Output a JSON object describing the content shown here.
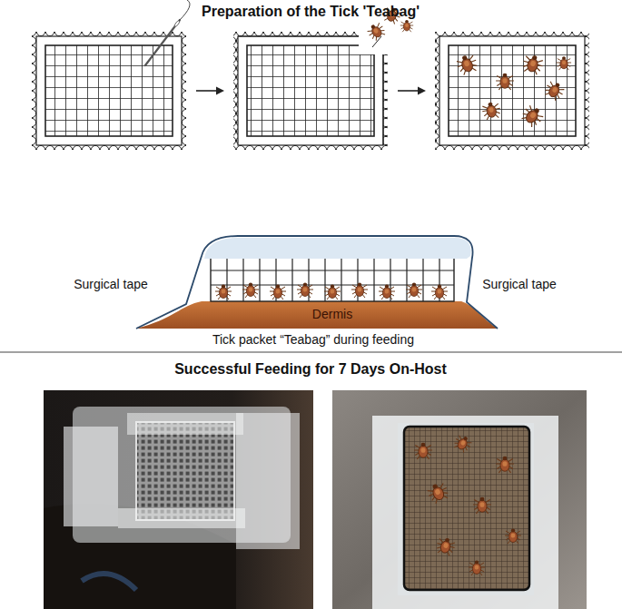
{
  "diagram": {
    "title": "Preparation of the Tick 'Teabag'",
    "labels": [
      "Surgical tape",
      "Surgical tape",
      "Dermis",
      "Tick packet “Teabag” during feeding",
      "Successful Feeding for 7 Days On-Host"
    ]
  }
}
